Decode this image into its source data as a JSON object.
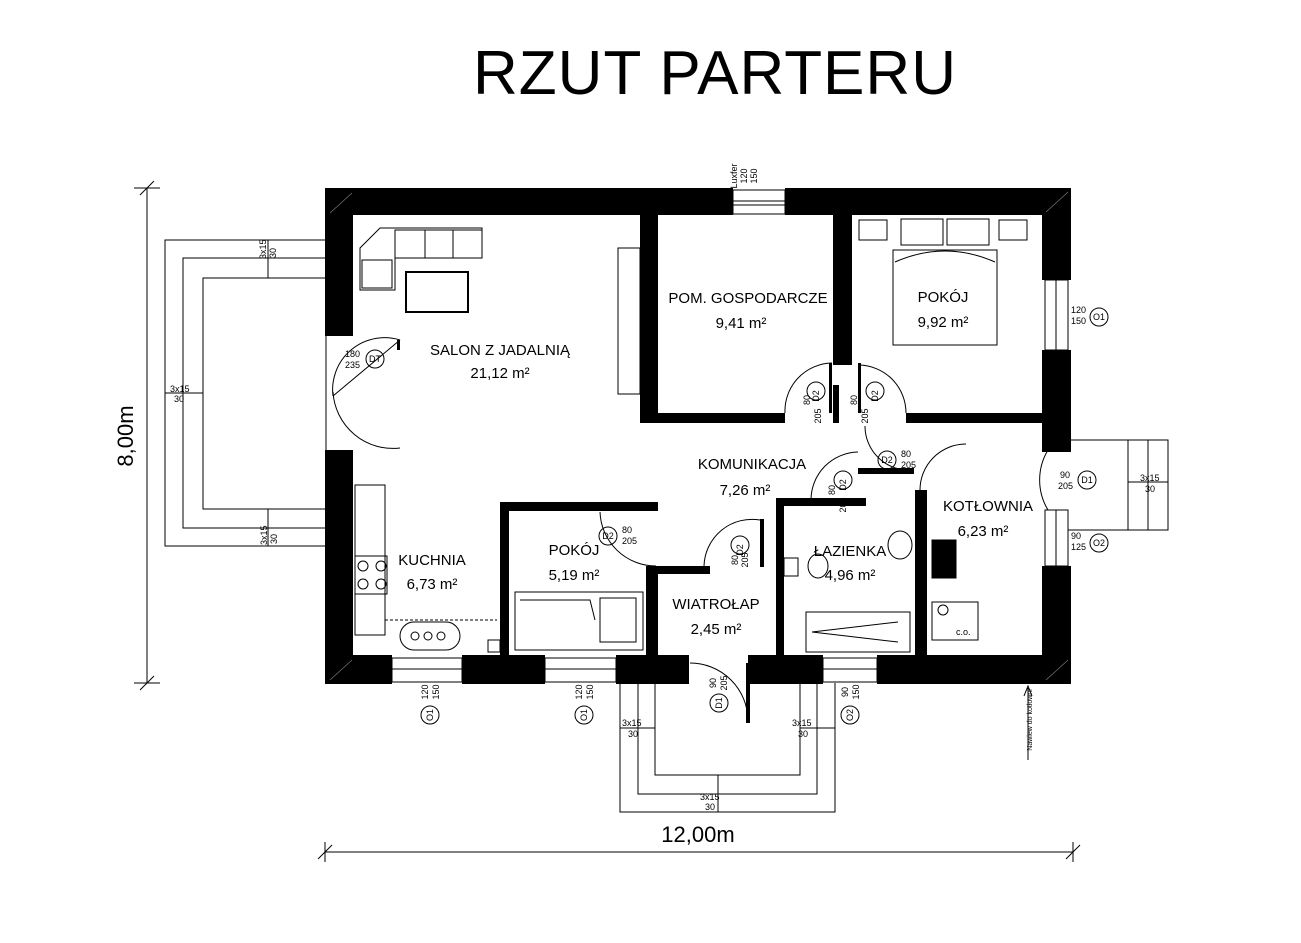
{
  "title": "RZUT PARTERU",
  "rooms": {
    "salon": {
      "name": "SALON Z JADALNIĄ",
      "area": "21,12 m²"
    },
    "gospodarcze": {
      "name": "POM. GOSPODARCZE",
      "area": "9,41 m²"
    },
    "pokoj1": {
      "name": "POKÓJ",
      "area": "9,92 m²"
    },
    "komunikacja": {
      "name": "KOMUNIKACJA",
      "area": "7,26 m²"
    },
    "kotlownia": {
      "name": "KOTŁOWNIA",
      "area": "6,23 m²"
    },
    "kuchnia": {
      "name": "KUCHNIA",
      "area": "6,73 m²"
    },
    "pokoj2": {
      "name": "POKÓJ",
      "area": "5,19 m²"
    },
    "lazienka": {
      "name": "ŁAZIENKA",
      "area": "4,96 m²"
    },
    "wiatrolap": {
      "name": "WIATROŁAP",
      "area": "2,45 m²"
    }
  },
  "dimensions": {
    "height": "8,00m",
    "width": "12,00m"
  },
  "door_tags": {
    "dt": "DT",
    "d1": "D1",
    "d2": "D2"
  },
  "window_tags": {
    "o1": "O1",
    "o2": "O2"
  },
  "sizes": {
    "dt_w": "180",
    "dt_h": "235",
    "d1_w": "90",
    "d1_h": "205",
    "d2_w": "80",
    "d2_h": "205",
    "o1_w": "120",
    "o1_h": "150",
    "o2_w": "90",
    "o2_h": "125",
    "luxfer_label": "Luxfer",
    "luxfer_w": "120",
    "luxfer_h": "150",
    "o2_bottom_w": "90",
    "o2_bottom_h": "150",
    "step": "3x15",
    "step_depth": "30"
  },
  "labels": {
    "vent": "Nawiew do kotłowni",
    "co": "c.o."
  }
}
